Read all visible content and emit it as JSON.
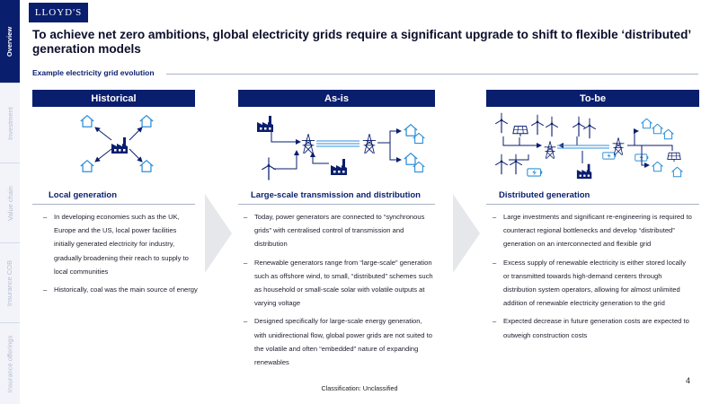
{
  "brand": {
    "logo_text": "LLOYD'S"
  },
  "sidebar": {
    "tabs": [
      {
        "label": "Overview",
        "active": true
      },
      {
        "label": "Investment",
        "active": false
      },
      {
        "label": "Value chain",
        "active": false
      },
      {
        "label": "Insurance COB",
        "active": false
      },
      {
        "label": "Insurance offerings",
        "active": false
      }
    ]
  },
  "header": {
    "title": "To achieve net zero ambitions, global electricity grids require a significant upgrade to shift to flexible ‘distributed’ generation models",
    "subtitle": "Example electricity grid evolution"
  },
  "columns": [
    {
      "header": "Historical",
      "heading": "Local generation",
      "bullets": [
        "In developing economies such as the UK, Europe and the US, local power facilities initially generated electricity for industry, gradually broadening their reach to supply to local communities",
        "Historically, coal was the main source of energy"
      ]
    },
    {
      "header": "As-is",
      "heading": "Large-scale transmission and distribution",
      "bullets": [
        "Today, power generators are connected to “synchronous grids” with centralised control of transmission and distribution",
        "Renewable generators range from “large-scale” generation such as offshore wind, to small, “distributed” schemes such as household or small-scale solar with volatile outputs at varying voltage",
        "Designed specifically for large-scale energy generation, with unidirectional flow, global power grids are not suited to the volatile and often “embedded” nature of expanding renewables"
      ]
    },
    {
      "header": "To-be",
      "heading": "Distributed generation",
      "bullets": [
        "Large investments and significant re-engineering is required to counteract regional bottlenecks and develop “distributed” generation on an interconnected and flexible grid",
        "Excess supply of renewable electricity is either stored locally or transmitted towards high-demand centers through distribution system operators, allowing for almost unlimited addition of renewable electricity generation to the grid",
        "Expected decrease in future generation costs are expected to outweigh construction costs"
      ]
    }
  ],
  "footer": {
    "classification": "Classification: Unclassified",
    "page_number": "4"
  },
  "colors": {
    "navy": "#0a1e6e",
    "accent_blue": "#2f8fd8",
    "chevron_grey": "#e6e7ea"
  }
}
